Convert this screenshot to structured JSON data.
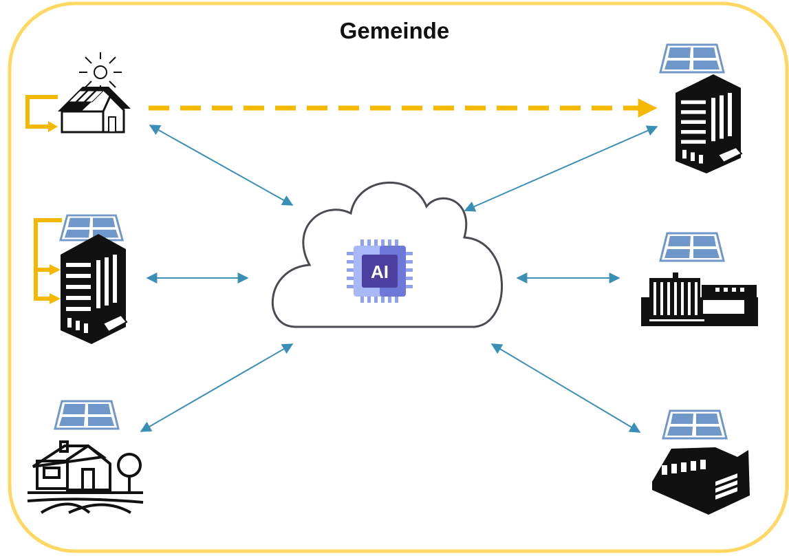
{
  "diagram": {
    "title": "Gemeinde",
    "center_label": "AI",
    "colors": {
      "border": "#FFD863",
      "energy_flow": "#F5B800",
      "data_link": "#3A8FB7",
      "panel": "#6F97C9",
      "chip_light": "#8FA2F2",
      "chip_dark": "#4B3FA0"
    },
    "nodes": [
      {
        "name": "solar-house-sun",
        "icon": "house-with-solar-roof-and-sun"
      },
      {
        "name": "apartment-building-self-consumption",
        "icon": "apartment-building-icon"
      },
      {
        "name": "farm",
        "icon": "farm-house-icon"
      },
      {
        "name": "office-building",
        "icon": "office-building-icon"
      },
      {
        "name": "factory",
        "icon": "factory-icon"
      },
      {
        "name": "warehouse",
        "icon": "warehouse-icon"
      }
    ],
    "hub": {
      "name": "ai-cloud",
      "icon": "cloud-icon"
    }
  }
}
